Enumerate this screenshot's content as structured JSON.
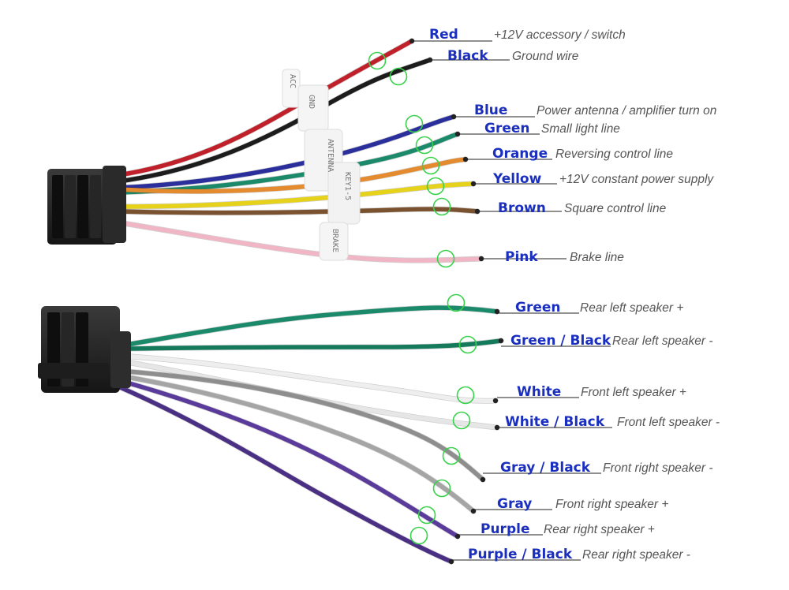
{
  "diagram": {
    "top_connector_wires": [
      {
        "id": "red",
        "color_name": "Red",
        "function": "+12V accessory / switch",
        "stroke": "#c0202a"
      },
      {
        "id": "black",
        "color_name": "Black",
        "function": "Ground wire",
        "stroke": "#1c1c1c"
      },
      {
        "id": "blue",
        "color_name": "Blue",
        "function": "Power antenna / amplifier turn on",
        "stroke": "#2a2f9c"
      },
      {
        "id": "green",
        "color_name": "Green",
        "function": "Small light line",
        "stroke": "#1a8a6a"
      },
      {
        "id": "orange",
        "color_name": "Orange",
        "function": "Reversing control line",
        "stroke": "#e38b2e"
      },
      {
        "id": "yellow",
        "color_name": "Yellow",
        "function": "+12V constant power supply",
        "stroke": "#e6d21a"
      },
      {
        "id": "brown",
        "color_name": "Brown",
        "function": "Square control line",
        "stroke": "#7a5230"
      },
      {
        "id": "pink",
        "color_name": "Pink",
        "function": "Brake line",
        "stroke": "#f0b6c6"
      }
    ],
    "bottom_connector_wires": [
      {
        "id": "green2",
        "color_name": "Green",
        "function": "Rear left speaker +",
        "stroke": "#1a8a6a"
      },
      {
        "id": "green-black",
        "color_name": "Green / Black",
        "function": "Rear left speaker -",
        "stroke": "#157a5c"
      },
      {
        "id": "white",
        "color_name": "White",
        "function": "Front left speaker +",
        "stroke": "#eeeeee"
      },
      {
        "id": "white-black",
        "color_name": "White / Black",
        "function": "Front left speaker -",
        "stroke": "#e6e6e6"
      },
      {
        "id": "gray-black",
        "color_name": "Gray / Black",
        "function": "Front right speaker -",
        "stroke": "#8e8e8e"
      },
      {
        "id": "gray",
        "color_name": "Gray",
        "function": "Front right speaker +",
        "stroke": "#a5a5a5"
      },
      {
        "id": "purple",
        "color_name": "Purple",
        "function": "Rear right speaker +",
        "stroke": "#5a3a9a"
      },
      {
        "id": "purple-black",
        "color_name": "Purple / Black",
        "function": "Rear right speaker -",
        "stroke": "#4a2f85"
      }
    ],
    "wire_tags": [
      "ACC",
      "GND",
      "ANTENNA",
      "KEY1-5",
      "BRAKE"
    ],
    "colors": {
      "label_text": "#1b2fbf",
      "function_text": "#555555",
      "leader_line": "#222222",
      "marker_circle": "#37d24a"
    }
  }
}
